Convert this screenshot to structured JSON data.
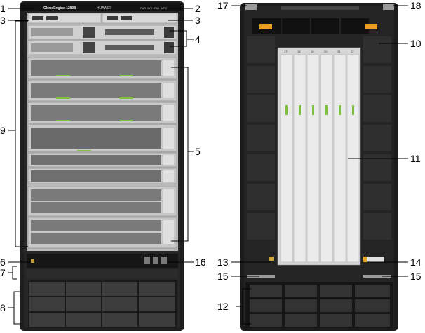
{
  "front": {
    "model_label": "CloudEngine 12808",
    "brand_label": "HUAWEI",
    "status_labels": [
      "PWR",
      "SYS",
      "FAN",
      "MPU"
    ]
  },
  "rear": {
    "slot_numbers": [
      "17",
      "18",
      "19",
      "20",
      "21",
      "22"
    ]
  },
  "callouts": [
    {
      "id": "c1",
      "text": "1"
    },
    {
      "id": "c2",
      "text": "2"
    },
    {
      "id": "c3a",
      "text": "3"
    },
    {
      "id": "c3b",
      "text": "3"
    },
    {
      "id": "c4",
      "text": "4"
    },
    {
      "id": "c5",
      "text": "5"
    },
    {
      "id": "c6",
      "text": "6"
    },
    {
      "id": "c7",
      "text": "7"
    },
    {
      "id": "c8",
      "text": "8"
    },
    {
      "id": "c9",
      "text": "9"
    },
    {
      "id": "c10",
      "text": "10"
    },
    {
      "id": "c11",
      "text": "11"
    },
    {
      "id": "c12",
      "text": "12"
    },
    {
      "id": "c13",
      "text": "13"
    },
    {
      "id": "c14",
      "text": "14"
    },
    {
      "id": "c15a",
      "text": "15"
    },
    {
      "id": "c15b",
      "text": "15"
    },
    {
      "id": "c16",
      "text": "16"
    },
    {
      "id": "c17",
      "text": "17"
    },
    {
      "id": "c18",
      "text": "18"
    }
  ],
  "colors": {
    "chassis": "#1c1c1c",
    "card_face": "#cfcfcf",
    "port_dark": "#3a3a3a",
    "status_green": "#7fbf3f",
    "warning_label": "#e8a020",
    "fan_module": "#2a2a2a",
    "slot_panel": "#e2e2e2"
  }
}
